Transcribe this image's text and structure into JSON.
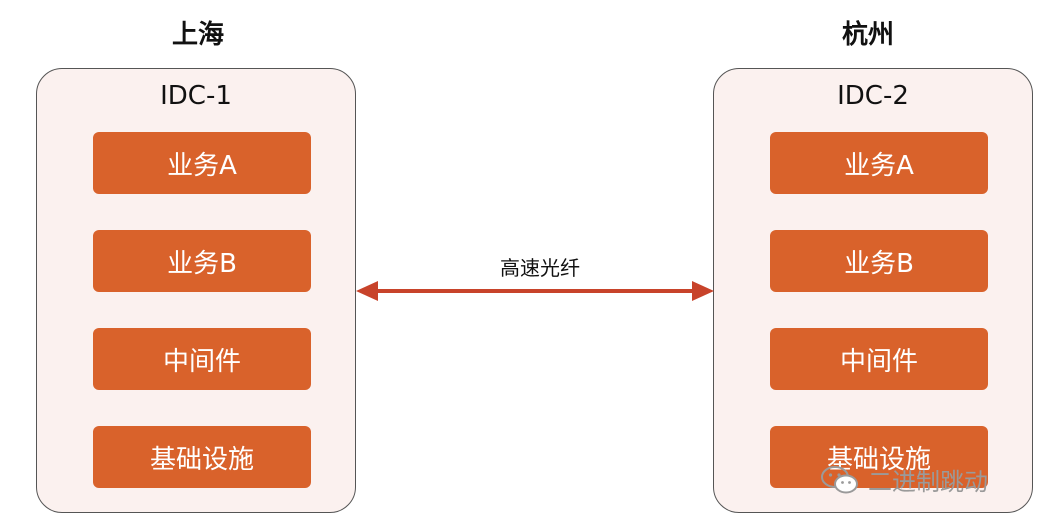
{
  "locations": [
    {
      "city": "上海",
      "idc": "IDC-1",
      "layers": [
        "业务A",
        "业务B",
        "中间件",
        "基础设施"
      ]
    },
    {
      "city": "杭州",
      "idc": "IDC-2",
      "layers": [
        "业务A",
        "业务B",
        "中间件",
        "基础设施"
      ]
    }
  ],
  "link": {
    "label": "高速光纤"
  },
  "watermark": {
    "text": "二进制跳动",
    "icon": "wechat-icon"
  },
  "colors": {
    "box_fill": "#d9622b",
    "panel_fill": "#fbf1ef",
    "arrow": "#c8432a"
  }
}
